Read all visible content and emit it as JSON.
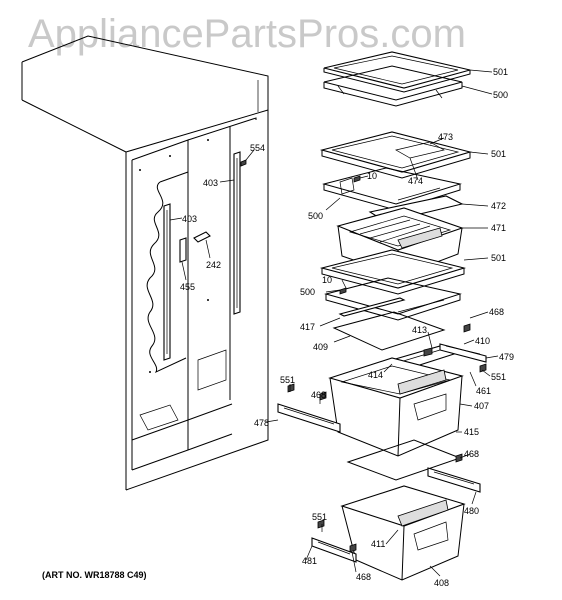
{
  "watermark": "AppliancePartsPros.com",
  "art_number": "(ART NO. WR18788 C49)",
  "labels": [
    {
      "id": "p501a",
      "text": "501"
    },
    {
      "id": "p500a",
      "text": "500"
    },
    {
      "id": "p554",
      "text": "554"
    },
    {
      "id": "p403a",
      "text": "403"
    },
    {
      "id": "p473",
      "text": "473"
    },
    {
      "id": "p501b",
      "text": "501"
    },
    {
      "id": "p10a",
      "text": "10"
    },
    {
      "id": "p474",
      "text": "474"
    },
    {
      "id": "p472",
      "text": "472"
    },
    {
      "id": "p500b",
      "text": "500"
    },
    {
      "id": "p403b",
      "text": "403"
    },
    {
      "id": "p471",
      "text": "471"
    },
    {
      "id": "p242",
      "text": "242"
    },
    {
      "id": "p501c",
      "text": "501"
    },
    {
      "id": "p455",
      "text": "455"
    },
    {
      "id": "p10b",
      "text": "10"
    },
    {
      "id": "p500c",
      "text": "500"
    },
    {
      "id": "p468a",
      "text": "468"
    },
    {
      "id": "p417",
      "text": "417"
    },
    {
      "id": "p413",
      "text": "413"
    },
    {
      "id": "p410",
      "text": "410"
    },
    {
      "id": "p409",
      "text": "409"
    },
    {
      "id": "p479",
      "text": "479"
    },
    {
      "id": "p414",
      "text": "414"
    },
    {
      "id": "p551a",
      "text": "551"
    },
    {
      "id": "p461",
      "text": "461"
    },
    {
      "id": "p551b",
      "text": "551"
    },
    {
      "id": "p468b",
      "text": "468"
    },
    {
      "id": "p407",
      "text": "407"
    },
    {
      "id": "p478",
      "text": "478"
    },
    {
      "id": "p415",
      "text": "415"
    },
    {
      "id": "p468c",
      "text": "468"
    },
    {
      "id": "p480",
      "text": "480"
    },
    {
      "id": "p551c",
      "text": "551"
    },
    {
      "id": "p411",
      "text": "411"
    },
    {
      "id": "p481",
      "text": "481"
    },
    {
      "id": "p468d",
      "text": "468"
    },
    {
      "id": "p408",
      "text": "408"
    }
  ]
}
